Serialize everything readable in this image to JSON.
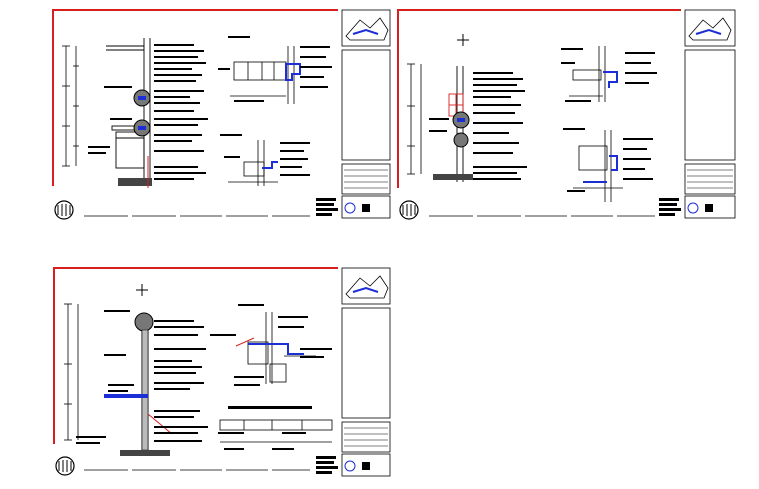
{
  "drawing_set": {
    "sheets": [
      {
        "id": "sheet-1",
        "has_north_arrow": false
      },
      {
        "id": "sheet-2",
        "has_north_arrow": true
      },
      {
        "id": "sheet-3",
        "has_north_arrow": true
      }
    ]
  },
  "colors": {
    "background": "#ffffff",
    "linework": "#000000",
    "sheet_border": "#d62020",
    "detail_highlight": "#1c2fd6",
    "hatch": "#555555"
  },
  "icons": [
    "compass-logo-icon",
    "north-arrow-icon",
    "key-plan-icon",
    "section-bubble-icon"
  ]
}
